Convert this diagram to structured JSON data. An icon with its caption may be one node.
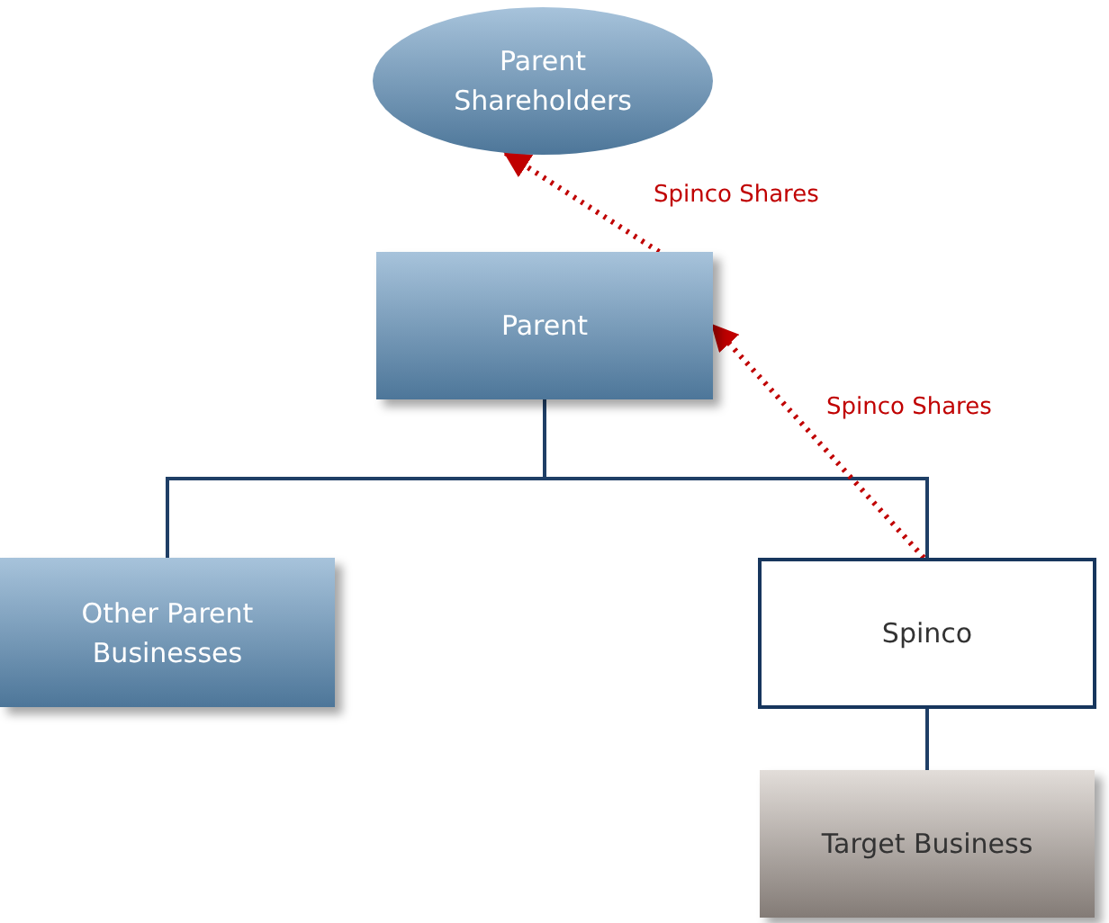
{
  "diagram": {
    "nodes": [
      {
        "text": [
          "Parent Shareholders"
        ]
      },
      {
        "text": [
          "Parent"
        ]
      },
      {
        "text": [
          "Other Parent Businesses"
        ]
      },
      {
        "text": [
          "Spinco"
        ]
      },
      {
        "text": [
          "Target Business"
        ]
      }
    ],
    "edges": [
      {
        "from": 1,
        "to": 2,
        "arrow": "none"
      },
      {
        "from": 1,
        "to": 3,
        "arrow": "none"
      },
      {
        "from": 3,
        "to": 4,
        "arrow": "none"
      },
      {
        "from": 3,
        "to": 1,
        "arrow": "to",
        "label": "Spinco Shares",
        "style": "dashed",
        "color": "#c00000"
      },
      {
        "from": 1,
        "to": 0,
        "arrow": "to",
        "label": "Spinco Shares",
        "style": "dashed",
        "color": "#c00000"
      }
    ]
  }
}
